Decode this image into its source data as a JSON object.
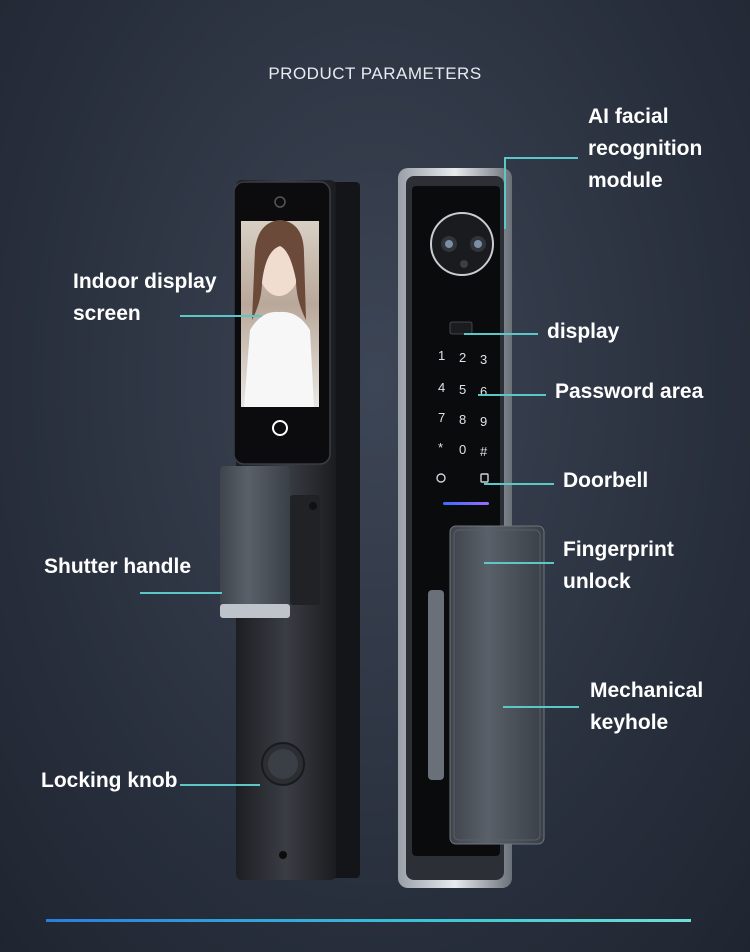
{
  "title": "PRODUCT PARAMETERS",
  "labels": {
    "indoor_display_1": "Indoor display",
    "indoor_display_2": "screen",
    "shutter_handle": "Shutter handle",
    "locking_knob": "Locking knob",
    "ai_facial_1": "AI facial",
    "ai_facial_2": "recognition",
    "ai_facial_3": "module",
    "display": "display",
    "password_area": "Password area",
    "doorbell": "Doorbell",
    "fingerprint_1": "Fingerprint",
    "fingerprint_2": "unlock",
    "mechanical_1": "Mechanical",
    "mechanical_2": "keyhole"
  },
  "keypad": [
    "1",
    "2",
    "3",
    "4",
    "5",
    "6",
    "7",
    "8",
    "9",
    "*",
    "0",
    "#"
  ],
  "colors": {
    "accent": "#5cc7c7",
    "background": "#2b3240",
    "lock_body": "#2a2d33",
    "handle": "#4f5560"
  }
}
